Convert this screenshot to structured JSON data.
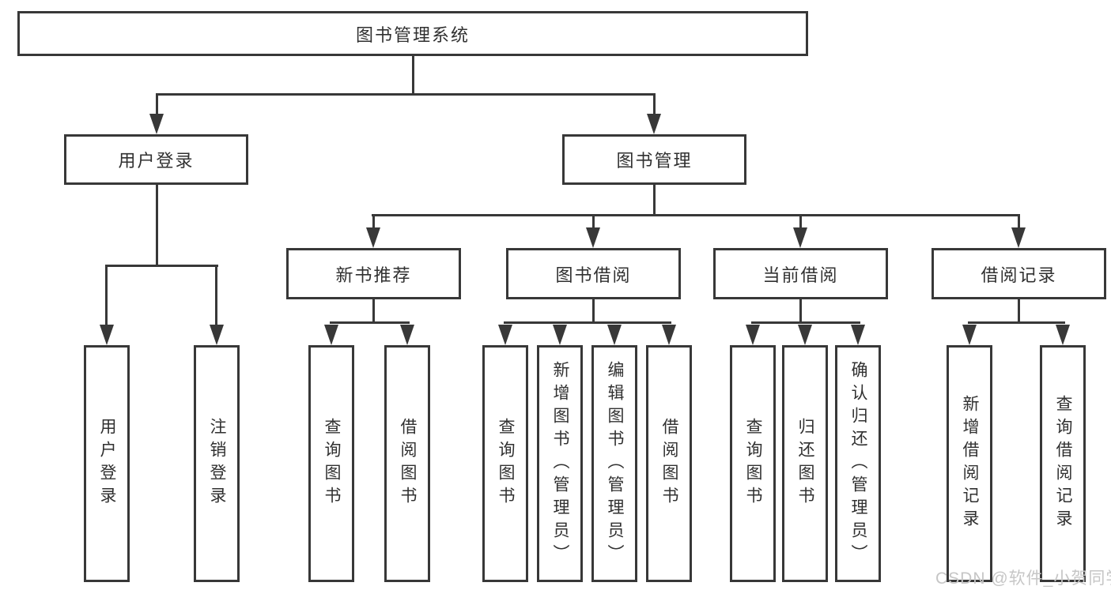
{
  "root": {
    "label": "图书管理系统"
  },
  "level2": [
    {
      "label": "用户登录"
    },
    {
      "label": "图书管理"
    }
  ],
  "level3": [
    {
      "label": "新书推荐"
    },
    {
      "label": "图书借阅"
    },
    {
      "label": "当前借阅"
    },
    {
      "label": "借阅记录"
    }
  ],
  "leaves": {
    "user": [
      {
        "label": "用户登录"
      },
      {
        "label": "注销登录"
      }
    ],
    "newbook": [
      {
        "label": "查询图书"
      },
      {
        "label": "借阅图书"
      }
    ],
    "borrow": [
      {
        "label": "查询图书"
      },
      {
        "label": "新增图书（管理员）"
      },
      {
        "label": "编辑图书（管理员）"
      },
      {
        "label": "借阅图书"
      }
    ],
    "current": [
      {
        "label": "查询图书"
      },
      {
        "label": "归还图书"
      },
      {
        "label": "确认归还（管理员）"
      }
    ],
    "record": [
      {
        "label": "新增借阅记录"
      },
      {
        "label": "查询借阅记录"
      }
    ]
  },
  "watermark": {
    "text": "CSDN @软件_小贺同学"
  },
  "colors": {
    "line": "#383838",
    "text": "#303030",
    "watermark": "#c6c6c6",
    "background": "#ffffff"
  }
}
